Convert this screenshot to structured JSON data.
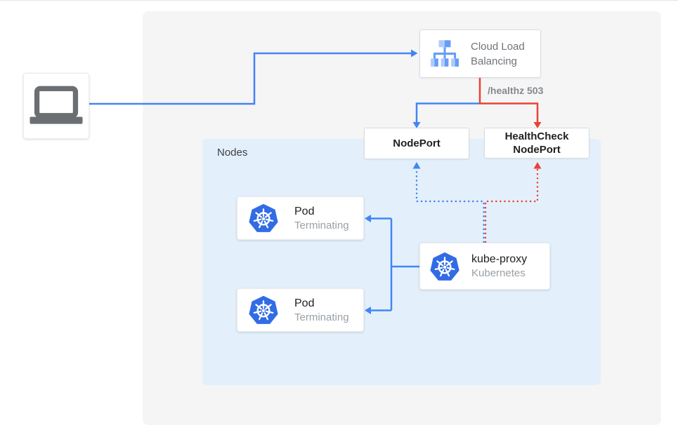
{
  "colors": {
    "blue": "#4285f4",
    "red": "#ea4335",
    "panel_bg": "#f5f5f5",
    "nodes_bg": "#e3f0fc",
    "box_border": "#dadce0",
    "k8s_blue": "#326ce5",
    "lb_icon_light": "#aecbfa",
    "lb_icon_medium": "#669df6",
    "dark_text": "#202124",
    "gray_text": "#707479",
    "muted_text": "#9aa0a6",
    "annotation_text": "#85898e",
    "label_text": "#3c4043",
    "laptop_gray": "#6b6f72"
  },
  "icons": {
    "client": "laptop-icon",
    "load_balancer": "cloud-load-balancing-icon",
    "pod": "kubernetes-icon",
    "kube_proxy": "kubernetes-icon"
  },
  "load_balancer": {
    "line1": "Cloud Load",
    "line2": "Balancing",
    "annotation": "/healthz 503"
  },
  "node_port": {
    "label": "NodePort"
  },
  "health_check_node_port": {
    "line1": "HealthCheck",
    "line2": "NodePort"
  },
  "nodes_group": {
    "label": "Nodes"
  },
  "pods": [
    {
      "title": "Pod",
      "status": "Terminating"
    },
    {
      "title": "Pod",
      "status": "Terminating"
    }
  ],
  "kube_proxy": {
    "title": "kube-proxy",
    "subtitle": "Kubernetes"
  }
}
